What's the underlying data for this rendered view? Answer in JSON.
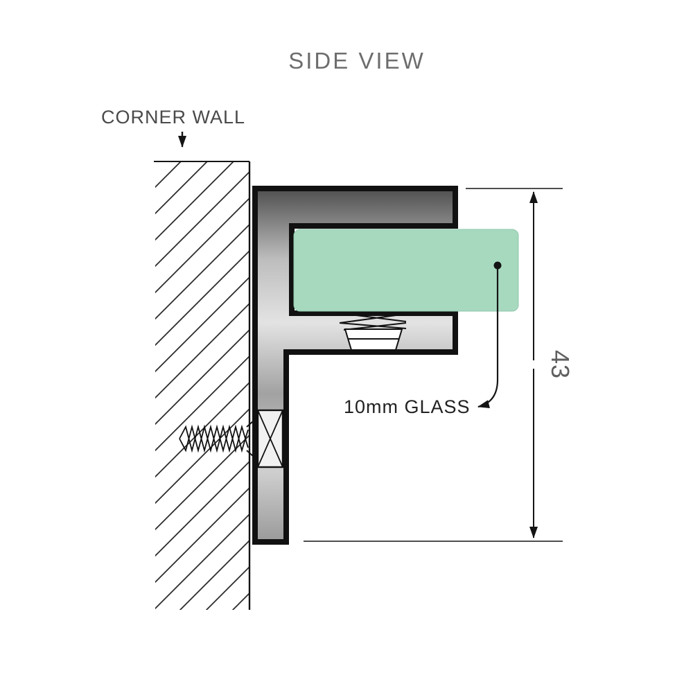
{
  "title": "SIDE VIEW",
  "labels": {
    "corner_wall": "CORNER WALL",
    "glass": "10mm GLASS"
  },
  "dimension": {
    "value": "43"
  },
  "colors": {
    "glass": "#a7d9bf",
    "line": "#141414",
    "bracket_dark": "#4f4f4f",
    "bracket_mid": "#e3e3e3",
    "bracket_base": "#9a9a9a",
    "title_text": "#6d6d6d",
    "wall_label_text": "#4a4a4a",
    "glass_label_text": "#222222",
    "dim_text": "#5f5f5f"
  }
}
